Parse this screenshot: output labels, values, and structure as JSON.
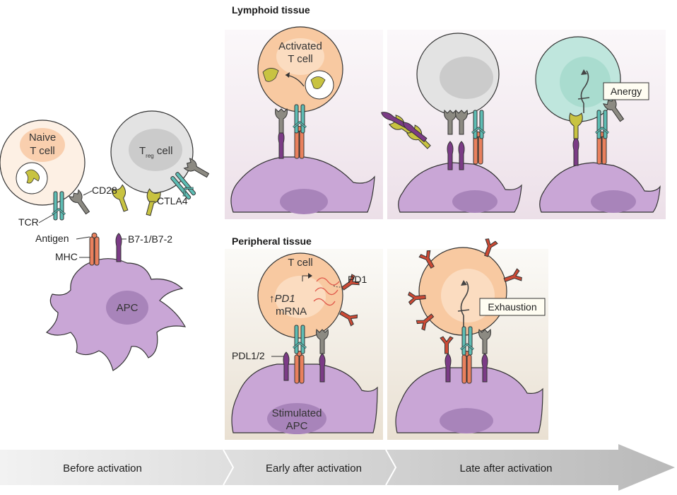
{
  "panels": {
    "lymphoid": "Lymphoid tissue",
    "peripheral": "Peripheral tissue"
  },
  "cells": {
    "naive_line1": "Naive",
    "naive_line2": "T cell",
    "treg_T": "T",
    "treg_sub": "reg",
    "treg_rest": " cell",
    "activated_line1": "Activated",
    "activated_line2": "T cell",
    "peripheral_tcell": "T cell",
    "apc": "APC",
    "stimulated_line1": "Stimulated",
    "stimulated_line2": "APC"
  },
  "labels": {
    "cd28": "CD28",
    "tcr": "TCR",
    "ctla4": "CTLA4",
    "antigen": "Antigen",
    "b7": "B7-1/B7-2",
    "mhc": "MHC",
    "pd1": "PD1",
    "pd1_mrna_arrow": "↑",
    "pd1_mrna_gene": "PD1",
    "pd1_mrna_word": "mRNA",
    "pdl": "PDL1/2"
  },
  "outcomes": {
    "anergy": "Anergy",
    "exhaustion": "Exhaustion"
  },
  "timeline": {
    "stages": [
      "Before activation",
      "Early after activation",
      "Late after activation"
    ]
  },
  "colors": {
    "apc": "#c9a6d6",
    "apc_dark": "#a884ba",
    "naive": "#fbe3cc",
    "activated": "#f8c9a1",
    "treg": "#d8d8d8",
    "anergic": "#bfe6dd",
    "tcr": "#5dbdb4",
    "mhc": "#e9805d",
    "b7": "#7b3b86",
    "cd28": "#8c8a82",
    "ctla4": "#c8c341",
    "pd1": "#cc4a35",
    "bg_lymphoid": "#f1e8ef",
    "bg_peripheral": "#efe9df",
    "timeline": "#e3e3e3"
  }
}
